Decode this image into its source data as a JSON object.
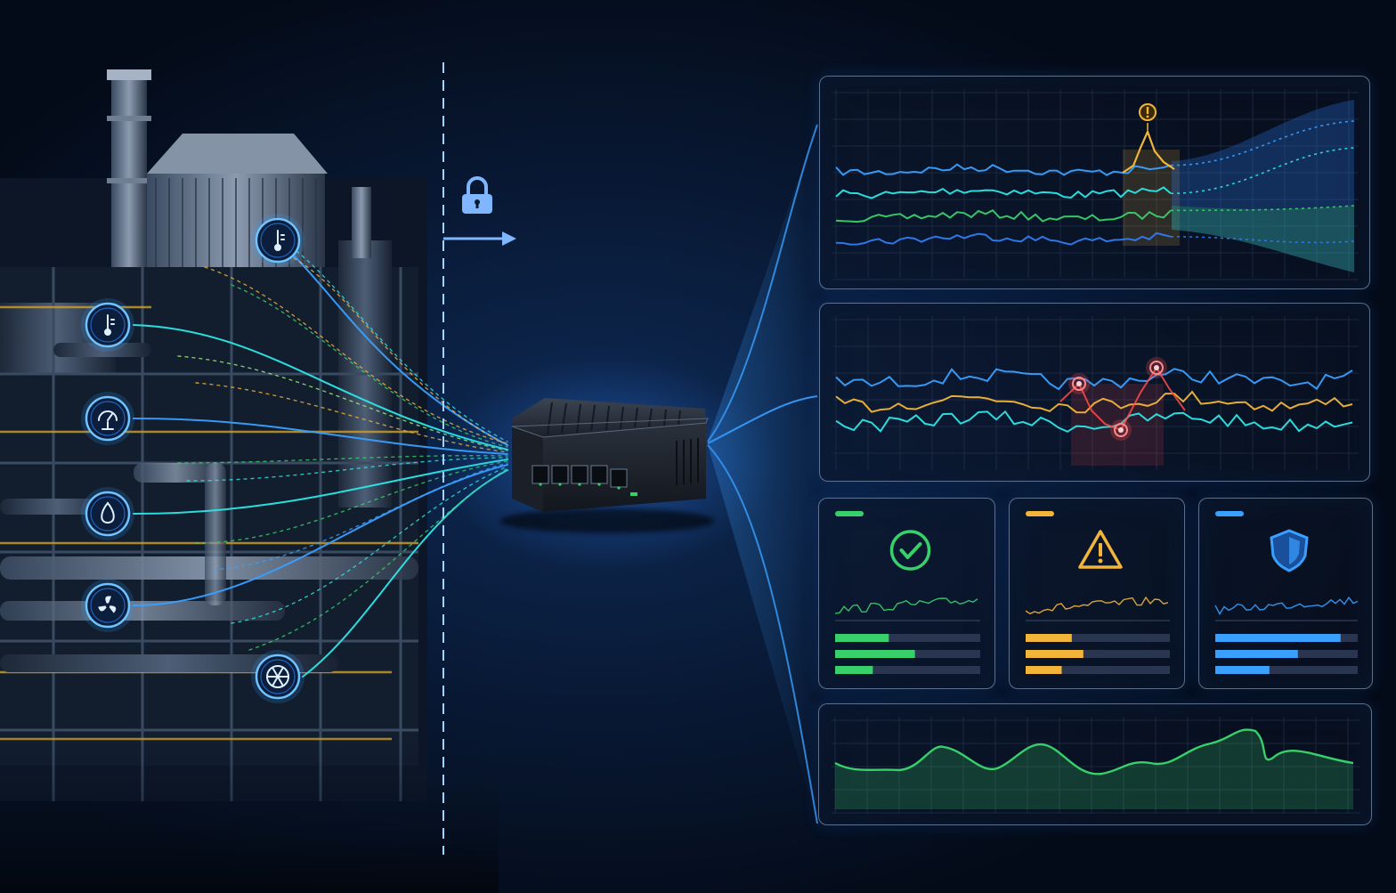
{
  "accent_colors": {
    "blue": "#3aa0ff",
    "cyan": "#2ee6e6",
    "green": "#38d06a",
    "yellow": "#f2b53a",
    "red": "#ff4a4a"
  },
  "sensor_icons": [
    "thermometer-icon",
    "thermometer-icon",
    "pressure-gauge-icon",
    "water-drop-icon",
    "fan-icon",
    "turbine-icon"
  ],
  "security": {
    "icon": "lock-icon"
  },
  "gateway": {
    "icon": "edge-gateway-device",
    "port_count": 5
  },
  "forecast_panel": {
    "alert_icon": "exclamation-icon",
    "series_colors": [
      "#3aa0ff",
      "#2ee6e6",
      "#38d06a",
      "#2f7cf0"
    ]
  },
  "anomaly_panel": {
    "marker_count": 3,
    "series_colors": [
      "#3aa0ff",
      "#f2b53a",
      "#2ee6e6"
    ]
  },
  "status_cards": [
    {
      "icon": "check-circle-icon",
      "color": "#38d06a",
      "bar_levels": [
        0.37,
        0.55,
        0.26
      ]
    },
    {
      "icon": "warning-triangle-icon",
      "color": "#f2b53a",
      "bar_levels": [
        0.32,
        0.4,
        0.25
      ]
    },
    {
      "icon": "shield-icon",
      "color": "#3aa0ff",
      "bar_levels": [
        0.88,
        0.58,
        0.38
      ]
    }
  ],
  "trend_panel": {
    "series_color": "#38d06a"
  }
}
